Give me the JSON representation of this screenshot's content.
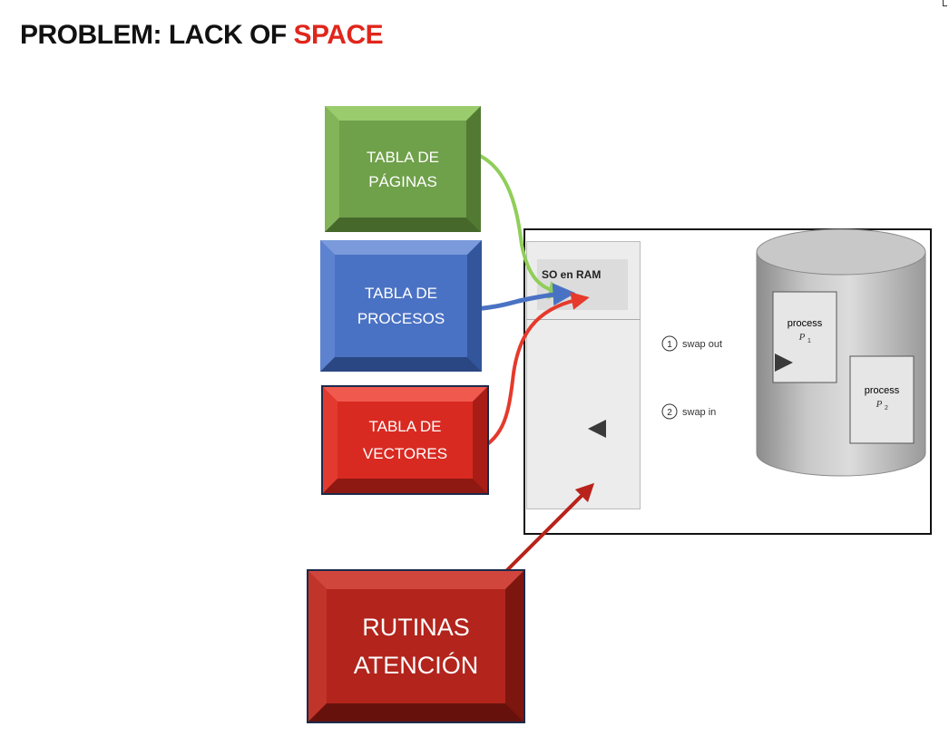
{
  "title": {
    "prefix": "PROBLEM: LACK OF ",
    "accent": "SPACE"
  },
  "boxes": {
    "paginas": {
      "line1": "TABLA DE",
      "line2": "PÁGINAS",
      "color": "#6fa04a"
    },
    "procesos": {
      "line1": "TABLA DE",
      "line2": "PROCESOS",
      "color": "#4a72c4"
    },
    "vectores": {
      "line1": "TABLA DE",
      "line2": "VECTORES",
      "color": "#d92a22"
    },
    "rutinas": {
      "line1": "RUTINAS",
      "line2": "ATENCIÓN",
      "color": "#b2241c"
    }
  },
  "memory": {
    "so_label": "SO en RAM"
  },
  "swap": {
    "out": {
      "num": "1",
      "label": "swap out"
    },
    "in": {
      "num": "2",
      "label": "swap in"
    }
  },
  "disk": {
    "p1": {
      "word": "process",
      "name": "P",
      "sub": "1"
    },
    "p2": {
      "word": "process",
      "name": "P",
      "sub": "2"
    }
  }
}
